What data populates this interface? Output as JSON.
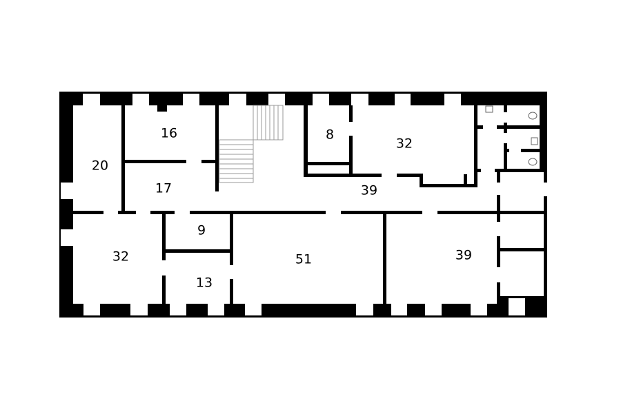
{
  "floor_plan": {
    "rooms": [
      {
        "id": "room-20",
        "area": "20"
      },
      {
        "id": "room-16",
        "area": "16"
      },
      {
        "id": "room-17",
        "area": "17"
      },
      {
        "id": "room-8",
        "area": "8"
      },
      {
        "id": "room-32-north",
        "area": "32"
      },
      {
        "id": "corridor-39",
        "area": "39"
      },
      {
        "id": "room-9",
        "area": "9"
      },
      {
        "id": "room-32-south",
        "area": "32"
      },
      {
        "id": "room-13",
        "area": "13"
      },
      {
        "id": "room-51",
        "area": "51"
      },
      {
        "id": "room-39-south",
        "area": "39"
      }
    ],
    "colors": {
      "wall": "#000000",
      "stair": "#999999",
      "background": "#ffffff"
    }
  }
}
